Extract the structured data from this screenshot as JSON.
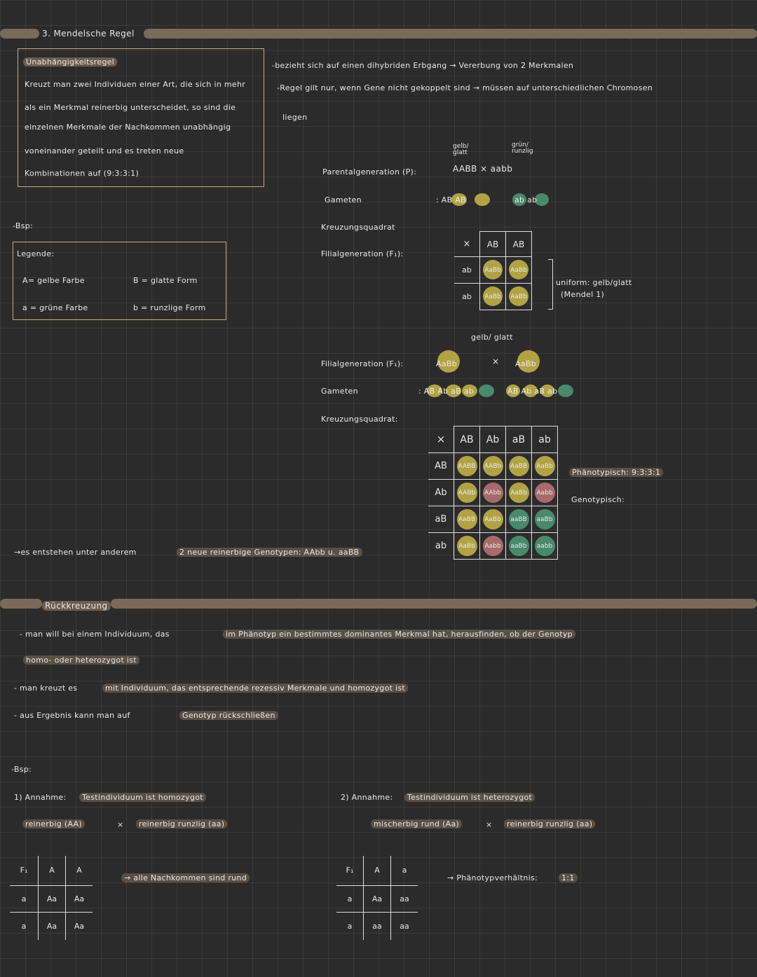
{
  "section1": {
    "title": "3. Mendelsche Regel",
    "rule_name": "Unabhängigkeitsregel",
    "rule_lines": [
      "Kreuzt man zwei Individuen einer Art, die sich in mehr",
      "als ein Merkmal reinerbig unterscheidet, so sind die",
      "einzelnen Merkmale der Nachkommen unabhängig",
      "voneinander geteilt und es treten neue",
      "Kombinationen auf (9:3:3:1)"
    ],
    "right_line1": "-bezieht sich auf einen dihybriden Erbgang → Vererbung von 2 Merkmalen",
    "right_line2": "-Regel gilt nur, wenn Gene nicht gekoppelt sind → müssen auf unterschiedlichen Chromosen",
    "right_line3": "liegen",
    "bsp": "-Bsp:",
    "legend_title": "Legende:",
    "legend_items": [
      "A= gelbe Farbe",
      "B = glatte Form",
      "a = grüne Farbe",
      "b = runzlige Form"
    ],
    "p_label1": "gelb/ glatt",
    "p_label2": "grün/ runzlig",
    "parental": "Parentalgeneration (P):",
    "parental_cross": "AABB × aabb",
    "gameten1": "Gameten",
    "gameten1_values": ": AB AB",
    "gameten1_values2": "ab ab",
    "kreuz1": "Kreuzungsquadrat",
    "filial1": "Filialgeneration (F₁):",
    "f1_grid": {
      "corner": "×",
      "cols": [
        "AB",
        "AB"
      ],
      "rows": [
        "ab",
        "ab"
      ],
      "cells": [
        [
          "AaBb",
          "AaBb"
        ],
        [
          "AaBb",
          "AaBb"
        ]
      ]
    },
    "uniform": "uniform: gelb/glatt",
    "mendel1": "(Mendel 1)",
    "gelb_glatt": "gelb/ glatt",
    "filial2": "Filialgeneration (F₁):",
    "f1_cross_a": "AaBb",
    "f1_cross_x": "×",
    "f1_cross_b": "AaBb",
    "gameten2": "Gameten",
    "gameten2_values": ": AB Ab aB ab",
    "gameten2_values2": "AB Ab aB ab",
    "kreuz2": "Kreuzungsquadrat:",
    "f2_grid": {
      "corner": "×",
      "cols": [
        "AB",
        "Ab",
        "aB",
        "ab"
      ],
      "rows": [
        "AB",
        "Ab",
        "aB",
        "ab"
      ],
      "cells": [
        [
          "AABB",
          "AABb",
          "AaBB",
          "AaBb"
        ],
        [
          "AABb",
          "AAbb",
          "AaBb",
          "Aabb"
        ],
        [
          "AaBB",
          "AaBb",
          "aaBB",
          "aaBb"
        ],
        [
          "AaBb",
          "Aabb",
          "aaBb",
          "aabb"
        ]
      ]
    },
    "phaeno": "Phänotypisch: 9:3:3:1",
    "geno": "Genotypisch:",
    "conclusion_a": "→es entstehen unter anderem",
    "conclusion_b": "2 neue reinerbige Genotypen: AAbb u. aaBB"
  },
  "section2": {
    "title": "Rückkreuzung",
    "line1a": "- man will bei einem Individuum, das",
    "line1b": "im Phänotyp ein bestimmtes dominantes Merkmal hat, herausfinden, ob der Genotyp",
    "line2": "homo- oder heterozygot ist",
    "line3a": "- man kreuzt es",
    "line3b": "mit Individuum, das entsprechende rezessiv Merkmale und homozygot ist",
    "line4a": "- aus Ergebnis kann man auf",
    "line4b": "Genotyp rückschließen",
    "bsp": "-Bsp:",
    "case1_title_a": "1) Annahme:",
    "case1_title_b": "Testindividuum ist homozygot",
    "case1_left": "reinerbig (AA)",
    "case1_x": "×",
    "case1_right": "reinerbig runzlig (aa)",
    "case1_table": {
      "corner": "F₁",
      "cols": [
        "A",
        "A"
      ],
      "rows": [
        "a",
        "a"
      ],
      "cells": [
        [
          "Aa",
          "Aa"
        ],
        [
          "Aa",
          "Aa"
        ]
      ]
    },
    "case1_result": "→ alle Nachkommen sind rund",
    "case2_title_a": "2) Annahme:",
    "case2_title_b": "Testindividuum ist heterozygot",
    "case2_left": "mischerbig rund (Aa)",
    "case2_x": "×",
    "case2_right": "reinerbig runzlig (aa)",
    "case2_table": {
      "corner": "F₁",
      "cols": [
        "A",
        "a"
      ],
      "rows": [
        "a",
        "a"
      ],
      "cells": [
        [
          "Aa",
          "aa"
        ],
        [
          "aa",
          "aa"
        ]
      ]
    },
    "case2_result_a": "→ Phänotypverhältnis:",
    "case2_result_b": "1:1"
  },
  "colors": {
    "yellow": "#c9b84a",
    "green": "#4f9a78",
    "red": "#c87a7a",
    "highlight": "#7a6a58",
    "box": "#c9ab7a"
  }
}
